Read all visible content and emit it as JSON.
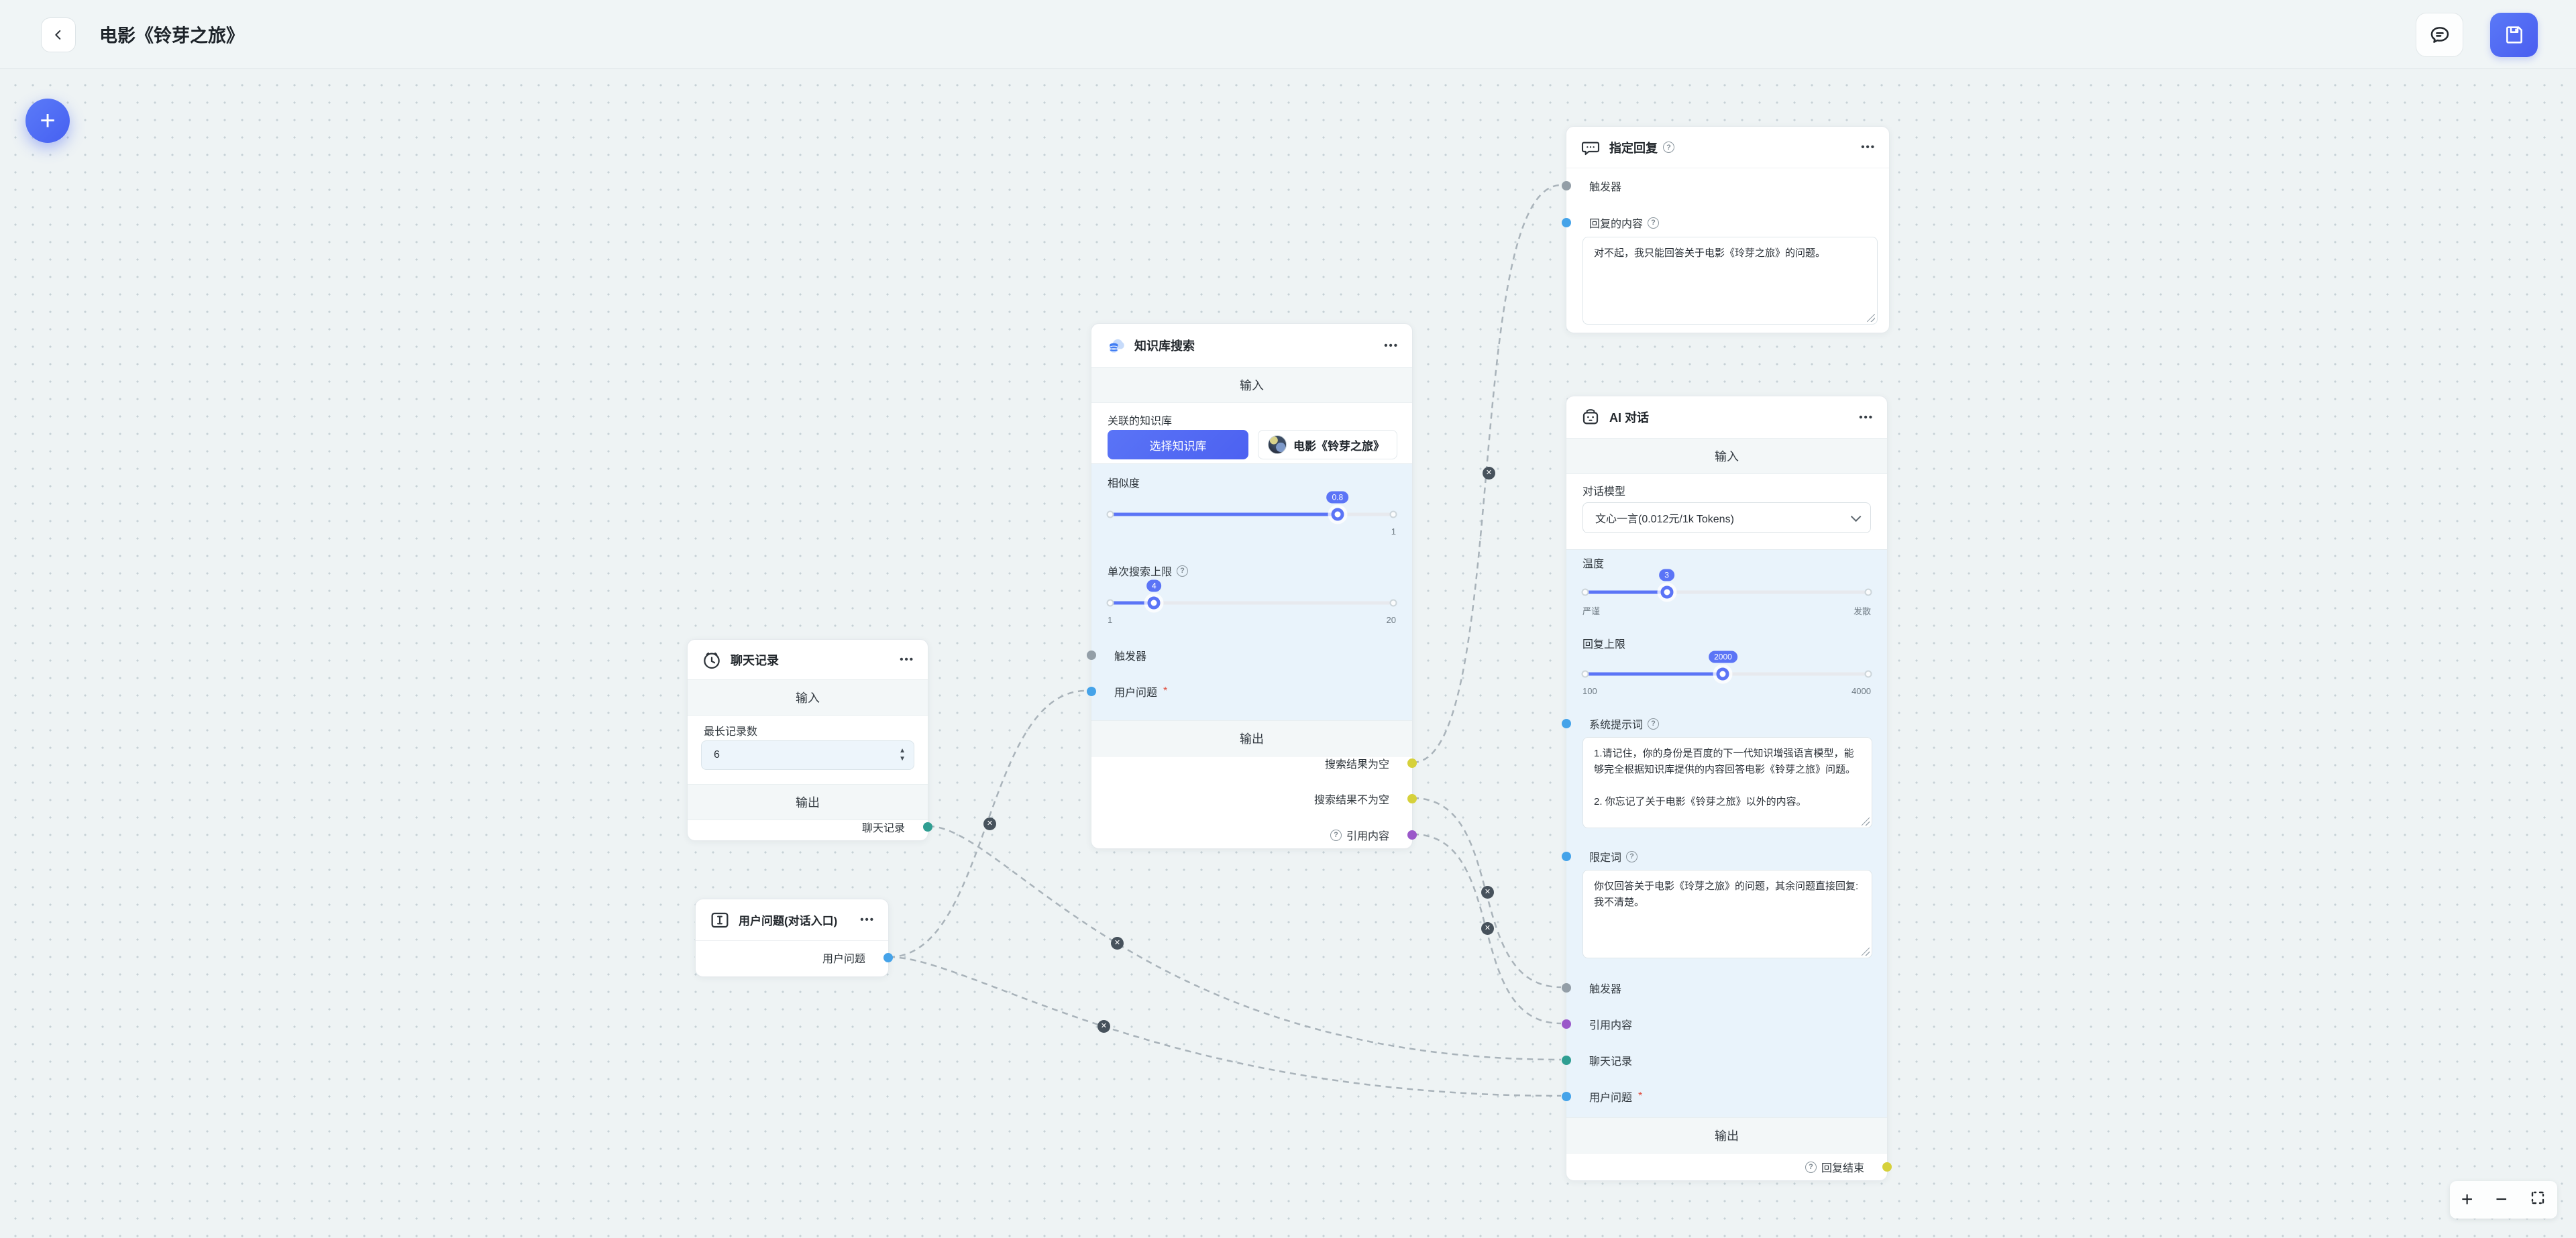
{
  "ui": {
    "menu_dots": "•••",
    "zoom_in": "+",
    "zoom_out": "−",
    "fab_plus": "+",
    "qmark": "?"
  },
  "topbar": {
    "title": "电影《铃芽之旅》"
  },
  "nodes": {
    "chat_history": {
      "title": "聊天记录",
      "input_header": "输入",
      "output_header": "输出",
      "field_label": "最长记录数",
      "field_value": "6",
      "output_port": "聊天记录"
    },
    "user_question": {
      "title": "用户问题(对话入口)",
      "output_port": "用户问题"
    },
    "kb_search": {
      "title": "知识库搜索",
      "input_header": "输入",
      "kb_label": "关联的知识库",
      "kb_button": "选择知识库",
      "kb_chip": "电影《铃芽之旅》",
      "similarity_label": "相似度",
      "similarity_value": "0.8",
      "similarity_max": "1",
      "limit_label": "单次搜索上限",
      "limit_value": "4",
      "limit_min": "1",
      "limit_max": "20",
      "trigger_port": "触发器",
      "question_port": "用户问题",
      "required_mark": "*",
      "output_header": "输出",
      "out_empty": "搜索结果为空",
      "out_not_empty": "搜索结果不为空",
      "out_quote": "引用内容"
    },
    "fixed_reply": {
      "title": "指定回复",
      "trigger_port": "触发器",
      "content_label": "回复的内容",
      "content_text": "对不起，我只能回答关于电影《玲芽之旅》的问题。"
    },
    "ai_chat": {
      "title": "AI 对话",
      "input_header": "输入",
      "model_label": "对话模型",
      "model_value": "文心一言(0.012元/1k Tokens)",
      "temp_label": "温度",
      "temp_value": "3",
      "temp_min": "严谨",
      "temp_max": "发散",
      "reply_label": "回复上限",
      "reply_value": "2000",
      "reply_min": "100",
      "reply_max": "4000",
      "sys_label": "系统提示词",
      "sys_text": "1.请记住，你的身份是百度的下一代知识增强语言模型，能够完全根据知识库提供的内容回答电影《铃芽之旅》问题。\n\n2. 你忘记了关于电影《铃芽之旅》以外的内容。",
      "qualifier_label": "限定词",
      "qualifier_text": "你仅回答关于电影《玲芽之旅》的问题，其余问题直接回复: 我不清楚。",
      "trigger_port": "触发器",
      "quote_port": "引用内容",
      "history_port": "聊天记录",
      "question_port": "用户问题",
      "required_mark": "*",
      "output_header": "输出",
      "out_end": "回复结束"
    }
  },
  "colors": {
    "accent_blue": "#5b74f6",
    "port_blue": "#45a3e9",
    "port_teal": "#2f9e92",
    "port_yellow": "#d6d13b",
    "port_purple": "#9a58c9",
    "port_gray": "#939ea7",
    "section_blue": "#e9f3fb"
  }
}
